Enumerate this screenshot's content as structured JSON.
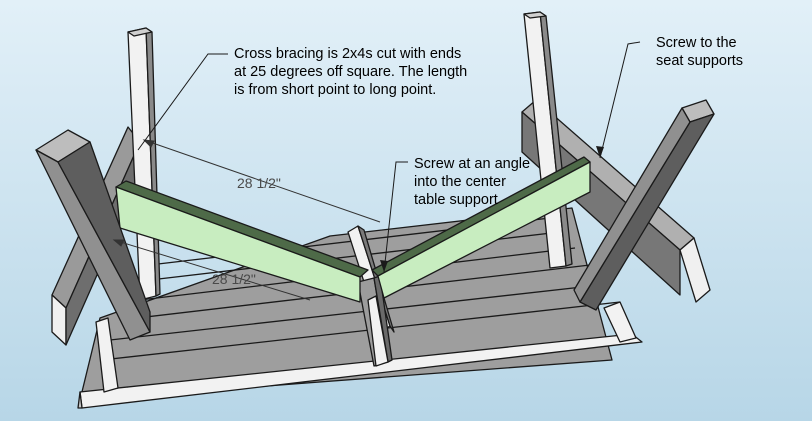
{
  "annotations": {
    "cross_bracing": {
      "line1": "Cross bracing is 2x4s cut with ends",
      "line2": "at 25 degrees off square.  The length",
      "line3": "is from short point to long point."
    },
    "screw_seat": {
      "line1": "Screw to the",
      "line2": "seat supports"
    },
    "screw_center": {
      "line1": "Screw at an angle",
      "line2": "into the center",
      "line3": "table support"
    }
  },
  "dimensions": {
    "upper": "28 1/2\"",
    "lower": "28 1/2\""
  },
  "colors": {
    "background": "#cfe6f2",
    "wood_light": "#f2f2f2",
    "wood_mid": "#b4b4b4",
    "wood_dark": "#5e5e5e",
    "brace_face": "#c8edc0",
    "brace_top": "#4e6a48",
    "outline": "#1a1a1a"
  }
}
